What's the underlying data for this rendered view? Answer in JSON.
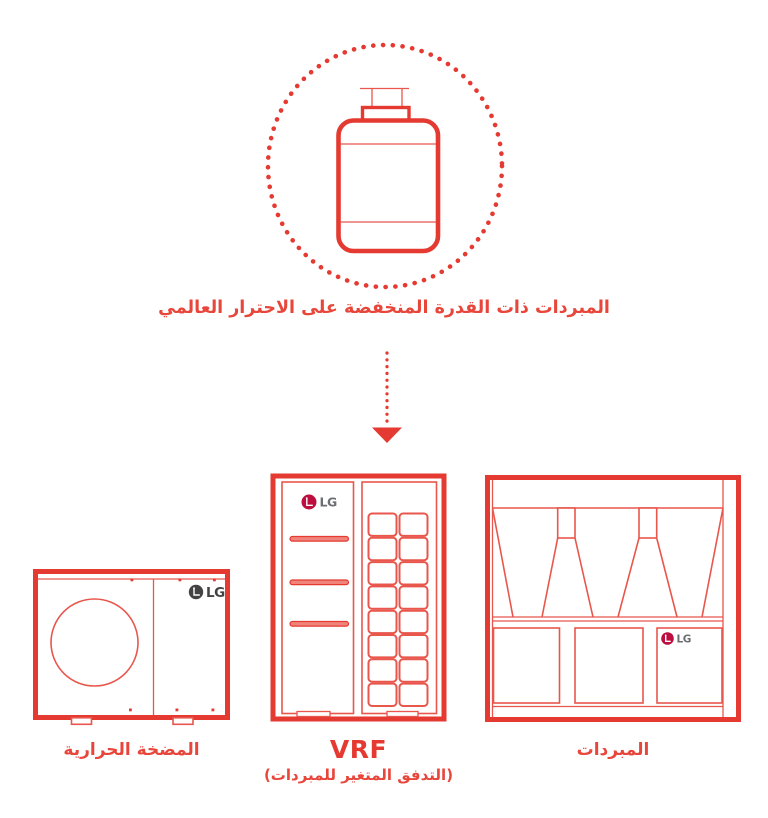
{
  "colors": {
    "accent_red": "#e43a31",
    "line_red": "#e8564c",
    "text_red": "#e8463b",
    "lg_red": "#bd0f3f",
    "lg_dark": "#434343",
    "lg_gray": "#6d6e71",
    "background": "#ffffff"
  },
  "header": {
    "icon": "refrigerant-canister-in-dotted-circle-icon",
    "caption": "المبردات ذات القدرة المنخفضة على الاحترار العالمي"
  },
  "flow": {
    "icon": "dotted-down-arrow-icon"
  },
  "products": [
    {
      "id": "heat-pump",
      "icon": "heat-pump-outdoor-unit-icon",
      "brand": "LG",
      "label": "المضخة الحرارية"
    },
    {
      "id": "vrf",
      "icon": "vrf-outdoor-unit-icon",
      "brand": "LG",
      "label": "VRF",
      "sublabel": "(التدفق المتغير للمبردات)"
    },
    {
      "id": "chillers",
      "icon": "chiller-unit-icon",
      "brand": "LG",
      "label": "المبردات"
    }
  ]
}
